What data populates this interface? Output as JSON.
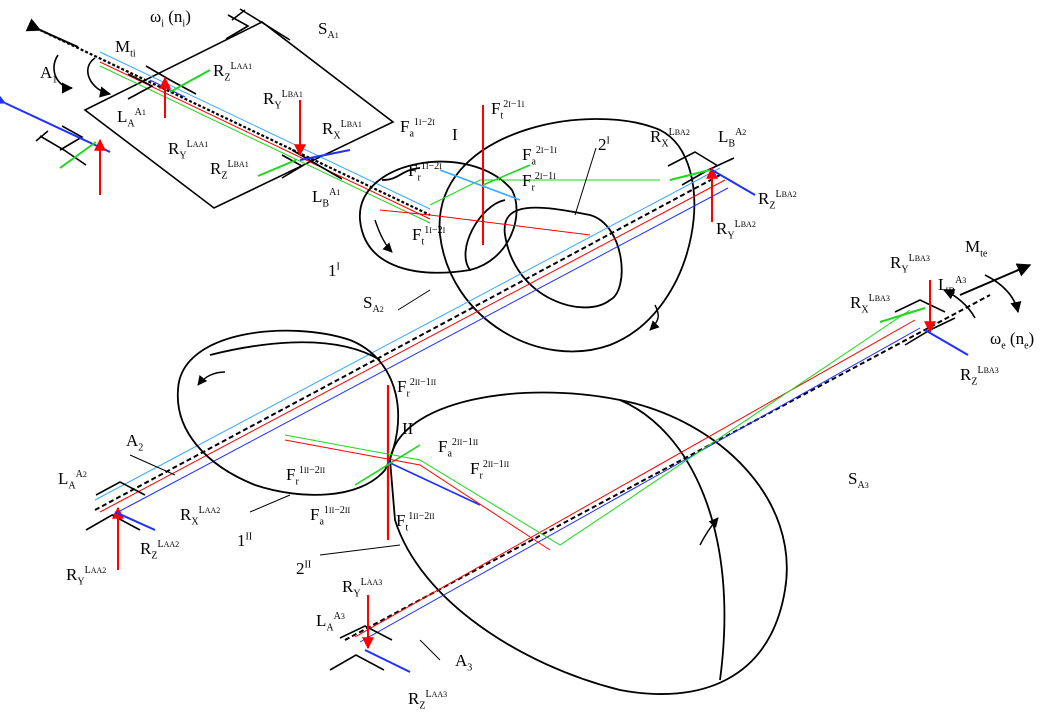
{
  "colors": {
    "shaft": "#000000",
    "axial": "#1f2fff",
    "radial": "#1ad81a",
    "tangential": "#ff0000",
    "skyline": "#39a8ff"
  },
  "labels": {
    "omega_i": "ω",
    "omega_i_sub": "i",
    "n_i": "(n",
    "n_i_sub": "i",
    "n_i_close": ")",
    "M_ti": "M",
    "M_ti_sub": "ti",
    "A1": "A",
    "A1_sub": "1",
    "SA1": "S",
    "SA1_sub": "A",
    "SA1_subsub": "1",
    "SA2": "S",
    "SA2_sub": "A",
    "SA2_subsub": "2",
    "SA3": "S",
    "SA3_sub": "A",
    "SA3_subsub": "3",
    "A2": "A",
    "A2_sub": "2",
    "A3": "A",
    "A3_sub": "3",
    "gear_1I": "1",
    "gear_1I_sup": "I",
    "gear_2I": "2",
    "gear_2I_sup": "I",
    "gear_1II": "1",
    "gear_1II_sup": "II",
    "gear_2II": "2",
    "gear_2II_sup": "II",
    "roman_I": "I",
    "roman_II": "II",
    "M_te": "M",
    "M_te_sub": "te",
    "omega_e": "ω",
    "omega_e_sub": "e",
    "n_e": "(n",
    "n_e_sub": "e",
    "n_e_close": ")",
    "R": "R",
    "L": "L",
    "F": "F",
    "sub_X": "X",
    "sub_Y": "Y",
    "sub_Z": "Z",
    "sub_A": "A",
    "sub_B": "B",
    "sub_t": "t",
    "sub_a": "a",
    "sub_r": "r",
    "sup_A1": "A",
    "sup_1": "1",
    "sup_2": "2",
    "sup_3": "3",
    "f_1I2I": "1",
    "f_1I2I_b": "I",
    "f_1I2I_c": "−2",
    "f_1I2I_d": "I",
    "f_2I1I": "2",
    "f_2I1I_b": "I",
    "f_2I1I_c": "−1",
    "f_2I1I_d": "I",
    "f_1II2II": "1",
    "f_1II2II_b": "II",
    "f_1II2II_c": "−2",
    "f_1II2II_d": "II",
    "f_2II1II": "2",
    "f_2II1II_b": "II",
    "f_2II1II_c": "−1",
    "f_2II1II_d": "II"
  }
}
